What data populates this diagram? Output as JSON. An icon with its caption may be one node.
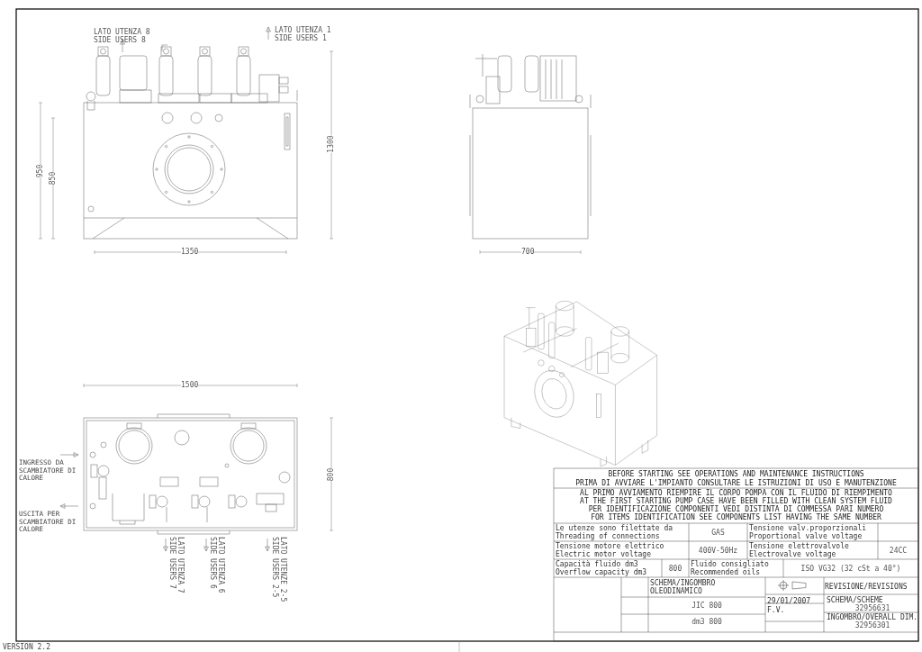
{
  "diagram": {
    "labels": [
      "LATO UTENZA 8 SIDE USERS 8",
      "LATO UTENZA 1 SIDE USERS 1",
      "950",
      "850",
      "1300",
      "1350",
      "700",
      "1500",
      "800",
      "INGRESSO DA SCAMBIATORE DI CALORE",
      "USCITA PER SCAMBIATORE DI CALORE",
      "LATO UTENZA 7 SIDE USERS 7",
      "LATO UTENZA 6 SIDE USERS 6",
      "LATO UTENZE 2-5 SIDE USERS 2-5",
      "BEFORE STARTING SEE OPERATIONS AND MAINTENANCE INSTRUCTIONS",
      "PRIMA DI AVVIARE L'IMPIANTO CONSULTARE LE ISTRUZIONI DI USO E MANUTENZIONE",
      "AL PRIMO AVVIAMENTO RIEMPIRE IL CORPO POMPA CON IL FLUIDO DI RIEMPIMENTO",
      "AT THE FIRST STARTING PUMP CASE HAVE BEEN FILLED WITH CLEAN SYSTEM FLUID",
      "PER IDENTIFICAZIONE COMPONENTI VEDI DISTINTA DI COMMESSA PARI NUMERO",
      "FOR ITEMS IDENTIFICATION SEE COMPONENTS LIST HAVING THE SAME NUMBER",
      "Le utenze sono filettate da Threading of connections",
      "GAS",
      "Tensione valv.proporzionali Proportional valve voltage",
      "Tensione motore elettrico Electric motor voltage",
      "400V-50Hz",
      "Tensione elettrovalvole Electrovalve voltage",
      "24CC",
      "Capacità fluido dm3 Overflow capacity dm3",
      "800",
      "Fluido consigliato Recommended oils",
      "ISO VG32 (32 cSt a 40°)",
      "SCHEMA/INGOMBRO OLEODINAMICO",
      "JIC 800",
      "dm3 800",
      "REVISIONE/REVISIONS",
      "29/01/2007",
      "F.V.",
      "SCHEMA/SCHEME",
      "32956631",
      "INGOMBRO/OVERALL DIM.",
      "32956301",
      "VERSION 2.2"
    ]
  }
}
